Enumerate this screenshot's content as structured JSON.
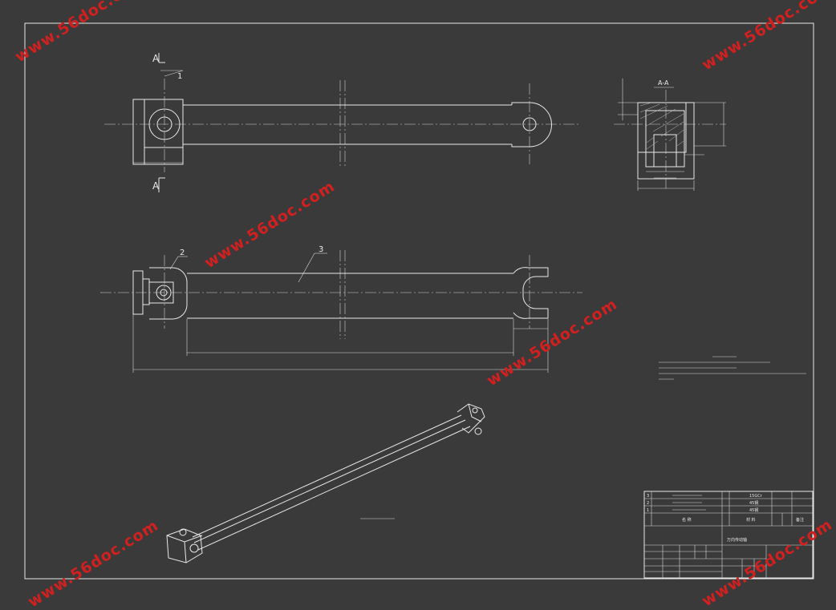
{
  "watermark": "www.56doc.com",
  "section_view": {
    "label": "A-A"
  },
  "section_markers": {
    "letter": "A"
  },
  "balloons": {
    "one": "1",
    "two": "2",
    "three": "3"
  },
  "title_block": {
    "parts": [
      {
        "no": "3",
        "material": "15GCr"
      },
      {
        "no": "2",
        "material": "45钢"
      },
      {
        "no": "1",
        "material": "45钢"
      }
    ],
    "drawing_title": "万向传动轴",
    "header_name": "名 称",
    "header_material": "材 料",
    "header_remark": "备注"
  },
  "colors": {
    "background": "#3a3a3a",
    "lines": "#e8e8e8",
    "watermark": "#d02020"
  }
}
